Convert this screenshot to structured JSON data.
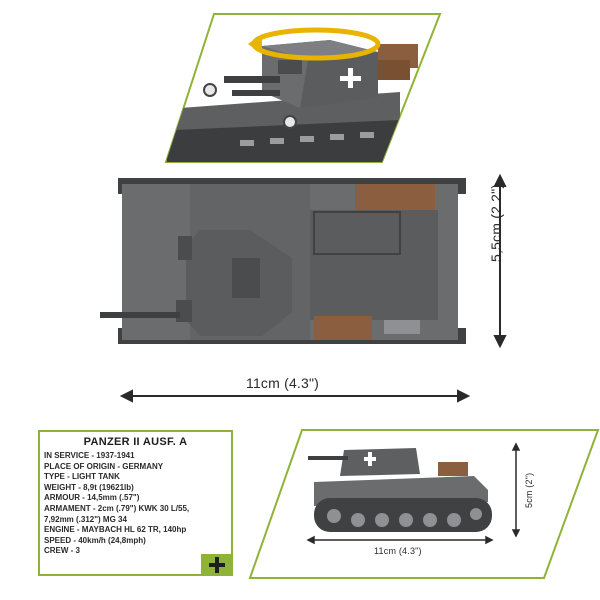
{
  "dimensions": {
    "width": "11cm (4.3\")",
    "height": "5,5cm (2.2\")",
    "side_width": "11cm (4.3\")",
    "side_height": "5cm (2\")"
  },
  "info": {
    "title": "PANZER II AUSF. A",
    "rows": [
      "IN SERVICE - 1937-1941",
      "PLACE OF ORIGIN - GERMANY",
      "TYPE - LIGHT TANK",
      "WEIGHT - 8,9t (19621lb)",
      "ARMOUR - 14,5mm (.57\")",
      "ARMAMENT - 2cm (.79\") KWK 30 L/55,",
      "7,92mm (.312\") MG 34",
      "ENGINE - MAYBACH HL 62 TR, 140hp",
      "SPEED - 40km/h (24,8mph)",
      "CREW - 3"
    ]
  },
  "icons": {
    "rotate": "rotate-arrow-icon",
    "cross": "balkenkreuz-icon"
  },
  "colors": {
    "accent_green": "#8fb339",
    "rotate_yellow": "#e8b400",
    "tank_gray": "#5d5f61",
    "tank_dark": "#3f4143",
    "crate_brown": "#8a5e3e"
  }
}
